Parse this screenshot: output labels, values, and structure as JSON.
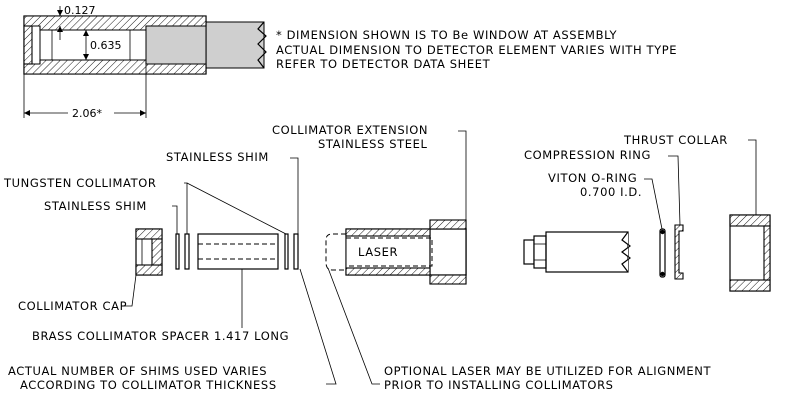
{
  "dims": {
    "window_offset": "0.127",
    "inner_diameter": "0.635",
    "length": "2.06*"
  },
  "notes": {
    "line1": "* DIMENSION SHOWN IS TO Be WINDOW AT ASSEMBLY",
    "line2": "ACTUAL DIMENSION TO DETECTOR ELEMENT VARIES WITH TYPE",
    "line3": "REFER TO DETECTOR DATA SHEET"
  },
  "labels": {
    "collimator_extension_1": "COLLIMATOR EXTENSION",
    "collimator_extension_2": "STAINLESS STEEL",
    "thrust_collar": "THRUST COLLAR",
    "compression_ring": "COMPRESSION RING",
    "viton_oring_1": "VITON O-RING",
    "viton_oring_2": "0.700 I.D.",
    "stainless_shim_top": "STAINLESS SHIM",
    "tungsten_collimator": "TUNGSTEN COLLIMATOR",
    "stainless_shim_left": "STAINLESS SHIM",
    "laser": "LASER",
    "collimator_cap": "COLLIMATOR CAP",
    "brass_spacer": "BRASS COLLIMATOR SPACER 1.417 LONG",
    "shims_note_1": "ACTUAL NUMBER OF SHIMS USED VARIES",
    "shims_note_2": "ACCORDING TO COLLIMATOR THICKNESS",
    "laser_note_1": "OPTIONAL LASER MAY BE UTILIZED FOR ALIGNMENT",
    "laser_note_2": "PRIOR TO INSTALLING COLLIMATORS"
  },
  "colors": {
    "line": "#000000",
    "tube_fill": "#cfcfcf",
    "background": "#ffffff"
  }
}
